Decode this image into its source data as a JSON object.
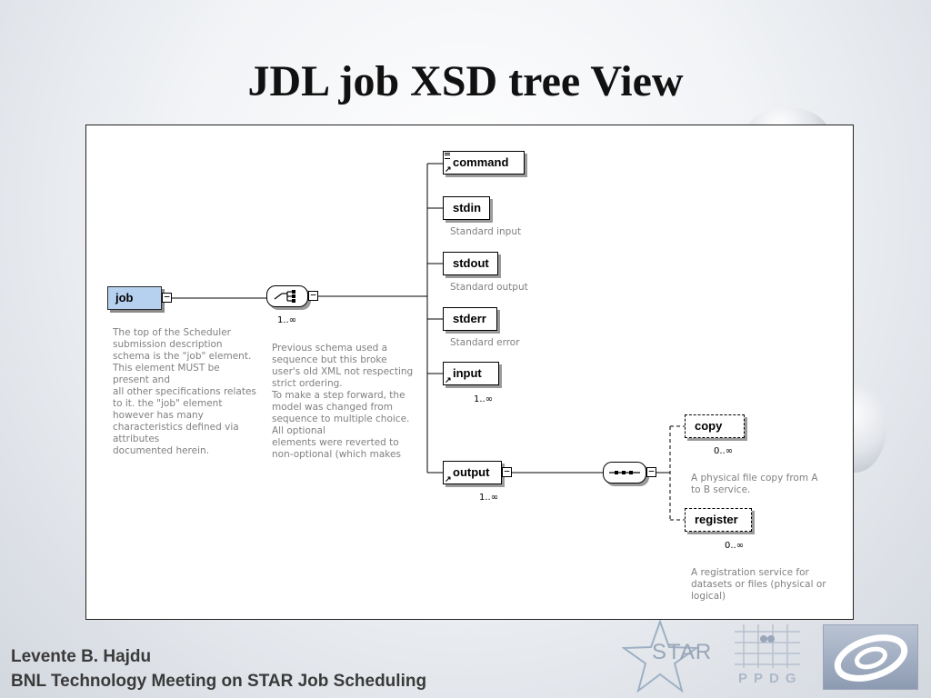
{
  "slide": {
    "title": "JDL job XSD tree View"
  },
  "diagram": {
    "root": {
      "name": "job",
      "annotation": "The top of the Scheduler\nsubmission description\nschema is the \"job\" element.\nThis element MUST be\npresent and\nall other specifications relates\nto it. the \"job\" element\nhowever has many\ncharacteristics defined via\nattributes\ndocumented herein."
    },
    "choice": {
      "cardinality": "1..∞",
      "annotation": "Previous schema used a\nsequence but this broke\nuser's old XML not respecting\nstrict ordering.\nTo make a step forward, the\nmodel was changed from\nsequence to multiple choice.\nAll optional\nelements were reverted to\nnon-optional (which makes"
    },
    "elements": {
      "command": {
        "name": "command"
      },
      "stdin": {
        "name": "stdin",
        "annotation": "Standard input"
      },
      "stdout": {
        "name": "stdout",
        "annotation": "Standard output"
      },
      "stderr": {
        "name": "stderr",
        "annotation": "Standard error"
      },
      "input": {
        "name": "input",
        "cardinality": "1..∞"
      },
      "output": {
        "name": "output",
        "cardinality": "1..∞"
      }
    },
    "sequence": {},
    "output_children": {
      "copy": {
        "name": "copy",
        "cardinality": "0..∞",
        "annotation": "A physical file copy from A\nto B service."
      },
      "register": {
        "name": "register",
        "cardinality": "0..∞",
        "annotation": "A registration service for\ndatasets or files (physical or\nlogical)"
      }
    },
    "toggle_symbol": "−",
    "ref_symbol": "↗"
  },
  "footer": {
    "author": "Levente B. Hajdu",
    "event": "BNL Technology Meeting on STAR Job Scheduling"
  },
  "logos": {
    "star": "STAR",
    "ppdg": "PPDG"
  }
}
